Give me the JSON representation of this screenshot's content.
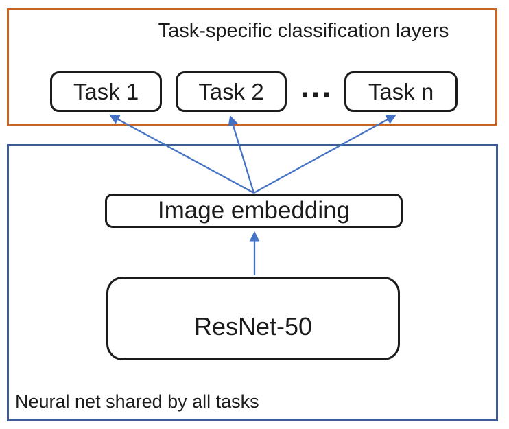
{
  "diagram": {
    "top_group": {
      "title": "Task-specific classification layers",
      "tasks": [
        "Task 1",
        "Task 2",
        "Task n"
      ],
      "ellipsis": "…"
    },
    "bottom_group": {
      "embedding_label": "Image embedding",
      "backbone_label": "ResNet-50",
      "caption": "Neural net shared by all tasks"
    }
  },
  "colors": {
    "orange-border": "#CA6420",
    "blue-border": "#3D5C97",
    "arrow": "#4472C4",
    "box-border": "#1B1B1B",
    "text": "#1B1B1B"
  }
}
